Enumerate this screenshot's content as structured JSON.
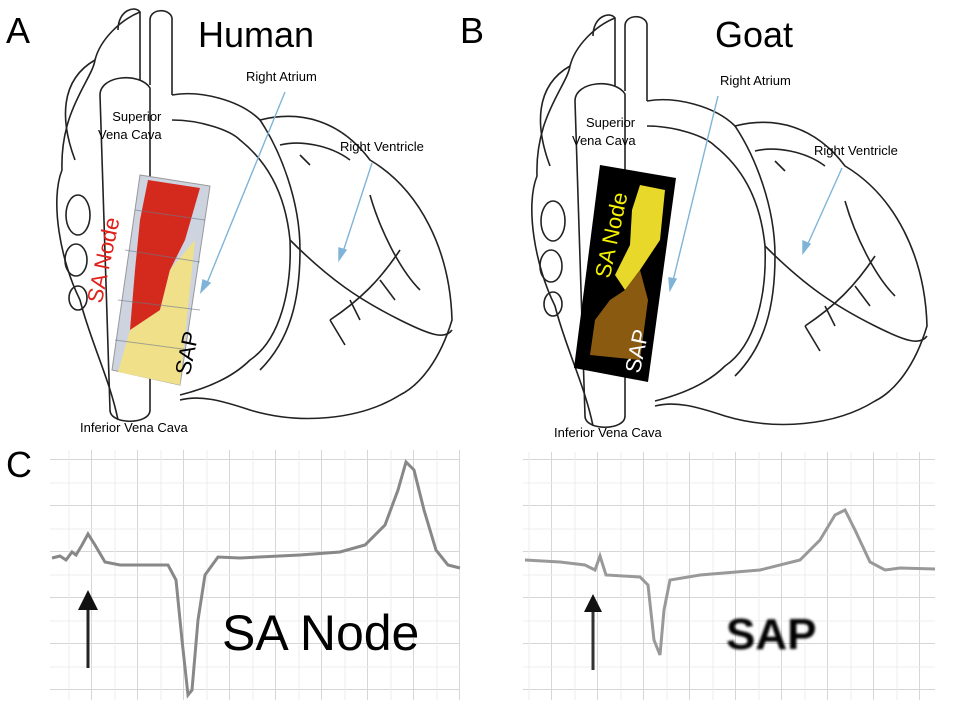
{
  "panels": {
    "a": {
      "letter": "A",
      "species": "Human",
      "labels": {
        "right_atrium": "Right Atrium",
        "svc_line1": "Superior",
        "svc_line2": "Vena Cava",
        "right_ventricle": "Right Ventricle",
        "ivc": "Inferior Vena Cava"
      },
      "tissue_labels": {
        "sa_node": "SA Node",
        "sap": "SAP"
      }
    },
    "b": {
      "letter": "B",
      "species": "Goat",
      "labels": {
        "right_atrium": "Right Atrium",
        "svc_line1": "Superior",
        "svc_line2": "Vena Cava",
        "right_ventricle": "Right Ventricle",
        "ivc": "Inferior Vena Cava"
      },
      "tissue_labels": {
        "sa_node": "SA Node",
        "sap": "SAP"
      }
    },
    "c": {
      "letter": "C",
      "left_trace_label": "SA Node",
      "right_trace_label": "SAP"
    }
  },
  "colors": {
    "arrow": "#7fb4d8",
    "sa_node_human": "#d42a1e",
    "sap_human": "#f0e08a",
    "sa_node_goat": "#e8d82a",
    "sap_goat": "#8a5a10",
    "label_red": "#e0201a",
    "label_yellow": "#f4f000"
  }
}
